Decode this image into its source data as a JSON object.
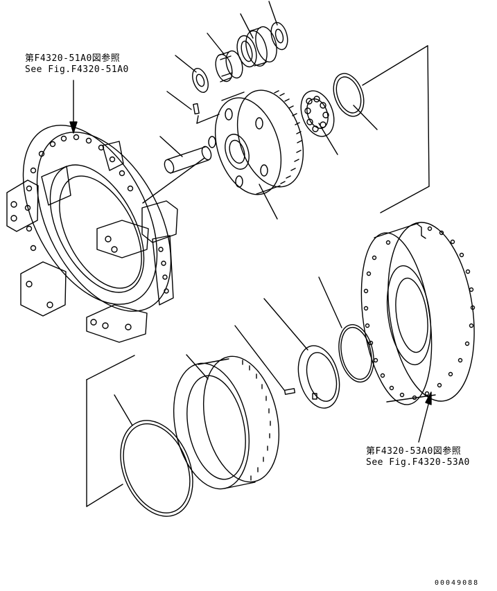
{
  "references": [
    {
      "jp": "第F4320-51A0図参照",
      "en": "See Fig.F4320-51A0"
    },
    {
      "jp": "第F4320-53A0図参照",
      "en": "See Fig.F4320-53A0"
    }
  ],
  "drawing_number": "00049088"
}
